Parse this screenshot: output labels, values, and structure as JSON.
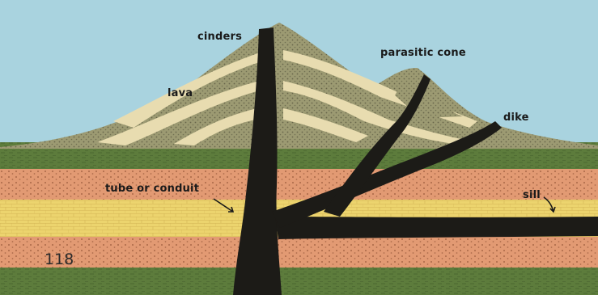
{
  "labels": {
    "cinders": "cinders",
    "lava": "lava",
    "parasitic_cone": "parasitic cone",
    "dike": "dike",
    "tube_or_conduit": "tube or conduit",
    "sill": "sill"
  },
  "page_number": "118",
  "colors": {
    "sky": "#a9d3df",
    "cinder": "#9c9a72",
    "lava": "#e8dcb0",
    "magma": "#1c1b17",
    "green_strata": "#5d7c3c",
    "salmon_strata": "#e29a73",
    "yellow_strata": "#ecd46e"
  }
}
